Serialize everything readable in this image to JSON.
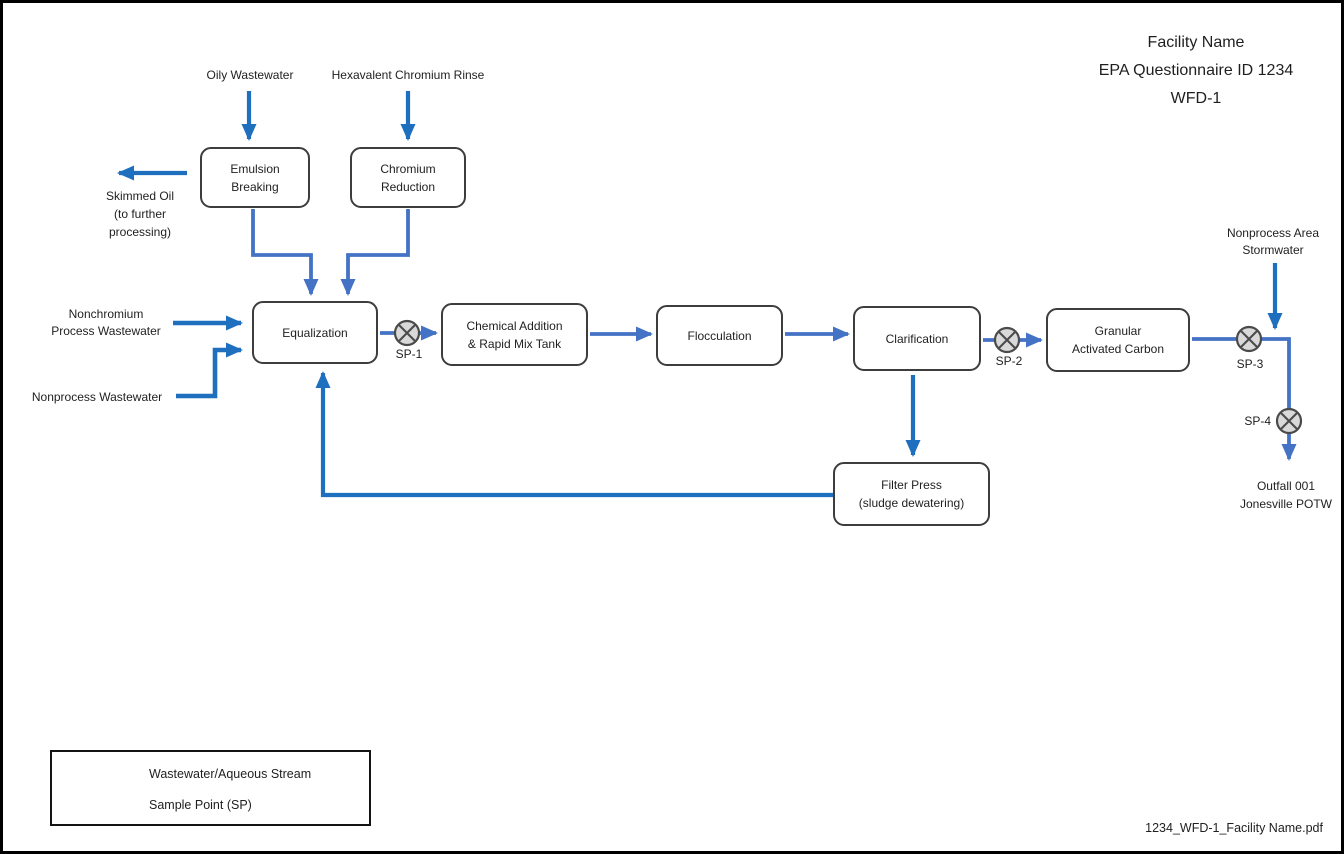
{
  "header": {
    "facility_name": "Facility Name",
    "questionnaire_id": "EPA Questionnaire ID 1234",
    "diagram_id": "WFD-1"
  },
  "streams": {
    "oily_wastewater": "Oily Wastewater",
    "hexavalent_chromium_rinse": "Hexavalent Chromium Rinse",
    "skimmed_oil": "Skimmed Oil\n(to further\nprocessing)",
    "nonchromium_process_wastewater": "Nonchromium\nProcess Wastewater",
    "nonprocess_wastewater": "Nonprocess Wastewater",
    "nonprocess_area_stormwater": "Nonprocess Area\nStormwater",
    "outfall": "Outfall 001\nJonesville POTW"
  },
  "processes": {
    "emulsion_breaking": "Emulsion\nBreaking",
    "chromium_reduction": "Chromium\nReduction",
    "equalization": "Equalization",
    "chemical_addition": "Chemical Addition\n& Rapid Mix Tank",
    "flocculation": "Flocculation",
    "clarification": "Clarification",
    "granular_activated_carbon": "Granular\nActivated Carbon",
    "filter_press": "Filter Press\n(sludge dewatering)"
  },
  "sample_points": {
    "sp1": "SP-1",
    "sp2": "SP-2",
    "sp3": "SP-3",
    "sp4": "SP-4"
  },
  "legend": {
    "stream": "Wastewater/Aqueous Stream",
    "sample_point": "Sample Point (SP)"
  },
  "footer": {
    "filename": "1234_WFD-1_Facility Name.pdf"
  },
  "colors": {
    "stream_arrow": "#1F6FBF",
    "connector_arrow": "#4472C4",
    "box_border": "#3D3D3D",
    "sample_point_fill": "#D9D9D9",
    "sample_point_stroke": "#4A4A4A"
  }
}
